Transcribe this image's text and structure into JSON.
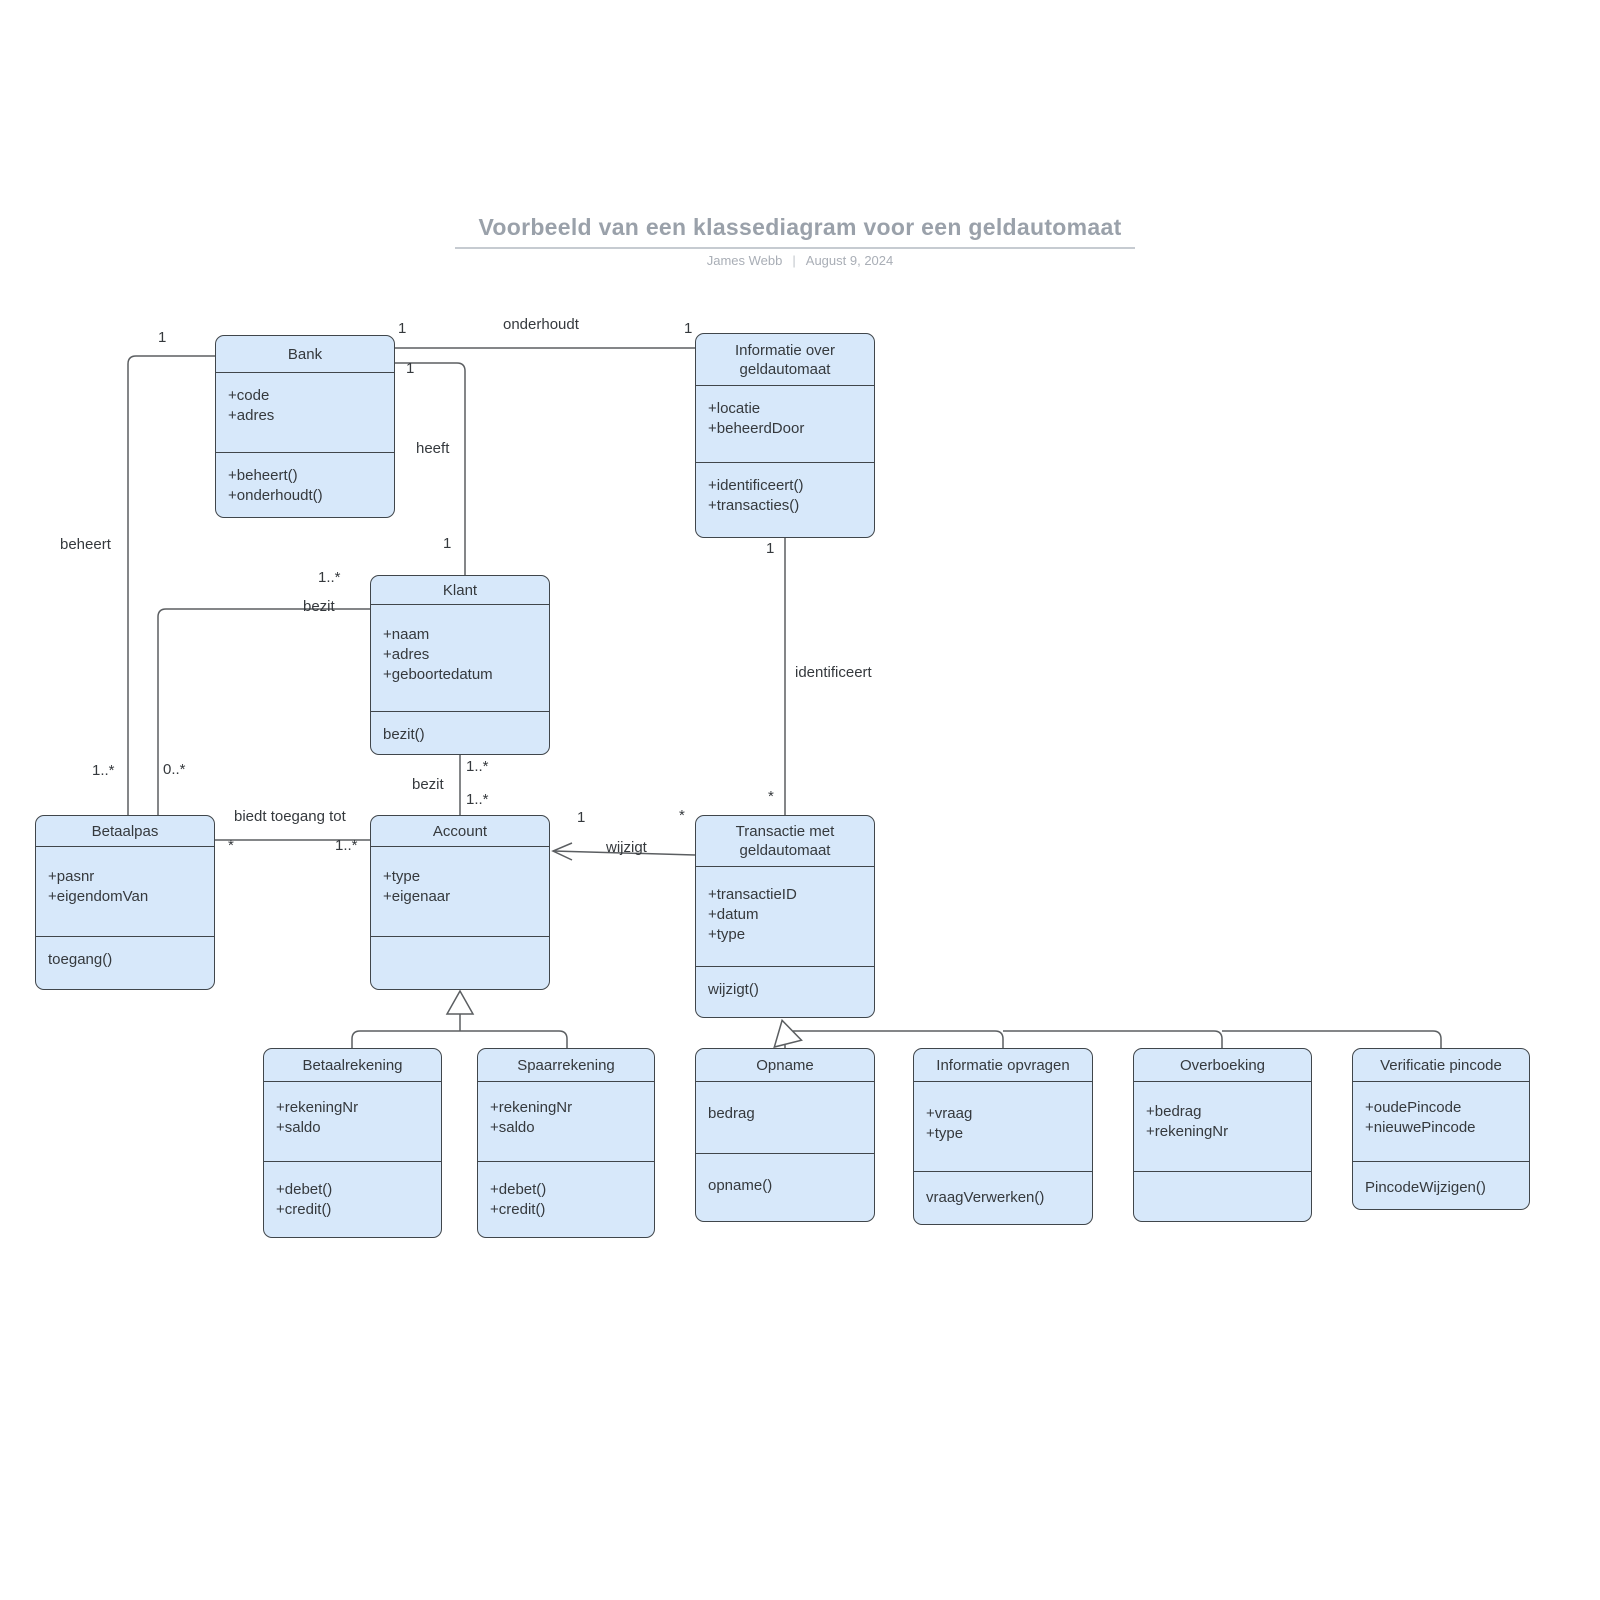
{
  "header": {
    "title": "Voorbeeld van een klassediagram voor een geldautomaat",
    "author": "James Webb",
    "separator": "|",
    "date": "August 9, 2024"
  },
  "colors": {
    "class_fill": "#d7e8fa",
    "class_border": "#40464b",
    "connector": "#5b5e61",
    "text": "#35393d",
    "title_gray": "#9aa1aa"
  },
  "classes": [
    {
      "id": "bank",
      "name": "Bank",
      "attributes": [
        "+code",
        "+adres"
      ],
      "methods": [
        "+beheert()",
        "+onderhoudt()"
      ]
    },
    {
      "id": "atm-info",
      "name": "Informatie over geldautomaat",
      "attributes": [
        "+locatie",
        "+beheerdDoor"
      ],
      "methods": [
        "+identificeert()",
        "+transacties()"
      ]
    },
    {
      "id": "klant",
      "name": "Klant",
      "attributes": [
        "+naam",
        "+adres",
        "+geboortedatum"
      ],
      "methods": [
        "bezit()"
      ]
    },
    {
      "id": "betaalpas",
      "name": "Betaalpas",
      "attributes": [
        "+pasnr",
        "+eigendomVan"
      ],
      "methods": [
        "toegang()"
      ]
    },
    {
      "id": "account",
      "name": "Account",
      "attributes": [
        "+type",
        "+eigenaar"
      ],
      "methods": []
    },
    {
      "id": "transactie",
      "name": "Transactie met geldautomaat",
      "attributes": [
        "+transactieID",
        "+datum",
        "+type"
      ],
      "methods": [
        "wijzigt()"
      ]
    },
    {
      "id": "betaalrekening",
      "name": "Betaalrekening",
      "attributes": [
        "+rekeningNr",
        "+saldo"
      ],
      "methods": [
        "+debet()",
        "+credit()"
      ]
    },
    {
      "id": "spaarrekening",
      "name": "Spaarrekening",
      "attributes": [
        "+rekeningNr",
        "+saldo"
      ],
      "methods": [
        "+debet()",
        "+credit()"
      ]
    },
    {
      "id": "opname",
      "name": "Opname",
      "attributes": [
        "bedrag"
      ],
      "methods": [
        "opname()"
      ]
    },
    {
      "id": "info-opvragen",
      "name": "Informatie opvragen",
      "attributes": [
        "+vraag",
        "+type"
      ],
      "methods": [
        "vraagVerwerken()"
      ]
    },
    {
      "id": "overboeking",
      "name": "Overboeking",
      "attributes": [
        "+bedrag",
        "+rekeningNr"
      ],
      "methods": []
    },
    {
      "id": "verificatie-pincode",
      "name": "Verificatie pincode",
      "attributes": [
        "+oudePincode",
        "+nieuwePincode"
      ],
      "methods": [
        "PincodeWijzigen()"
      ]
    }
  ],
  "relationships": [
    {
      "id": "onderhoudt",
      "type": "association",
      "from": "Bank",
      "to": "Informatie over geldautomaat",
      "label": "onderhoudt",
      "from_mult": "1",
      "to_mult": "1"
    },
    {
      "id": "heeft",
      "type": "association",
      "from": "Bank",
      "to": "Klant",
      "label": "heeft",
      "from_mult": "1",
      "to_mult": "1"
    },
    {
      "id": "beheert",
      "type": "association",
      "from": "Bank",
      "to": "Betaalpas",
      "label": "beheert",
      "from_mult": "1",
      "to_mult": "1..*"
    },
    {
      "id": "bezit-betaalpas",
      "type": "association",
      "from": "Klant",
      "to": "Betaalpas",
      "label": "bezit",
      "from_mult": "1..*",
      "to_mult": "0..*"
    },
    {
      "id": "bezit-account",
      "type": "association",
      "from": "Klant",
      "to": "Account",
      "label": "bezit",
      "from_mult": "1..*",
      "to_mult": "1..*"
    },
    {
      "id": "biedt-toegang",
      "type": "association",
      "from": "Betaalpas",
      "to": "Account",
      "label": "biedt toegang tot",
      "from_mult": "*",
      "to_mult": "1..*"
    },
    {
      "id": "identificeert",
      "type": "association",
      "from": "Informatie over geldautomaat",
      "to": "Transactie met geldautomaat",
      "label": "identificeert",
      "from_mult": "1",
      "to_mult": "*"
    },
    {
      "id": "wijzigt",
      "type": "directed-association",
      "from": "Transactie met geldautomaat",
      "to": "Account",
      "label": "wijzigt",
      "from_mult": "*",
      "to_mult": "1"
    },
    {
      "id": "gen-account",
      "type": "generalization",
      "parent": "Account",
      "children": [
        "Betaalrekening",
        "Spaarrekening"
      ]
    },
    {
      "id": "gen-transactie",
      "type": "generalization",
      "parent": "Transactie met geldautomaat",
      "children": [
        "Opname",
        "Informatie opvragen",
        "Overboeking",
        "Verificatie pincode"
      ]
    }
  ]
}
